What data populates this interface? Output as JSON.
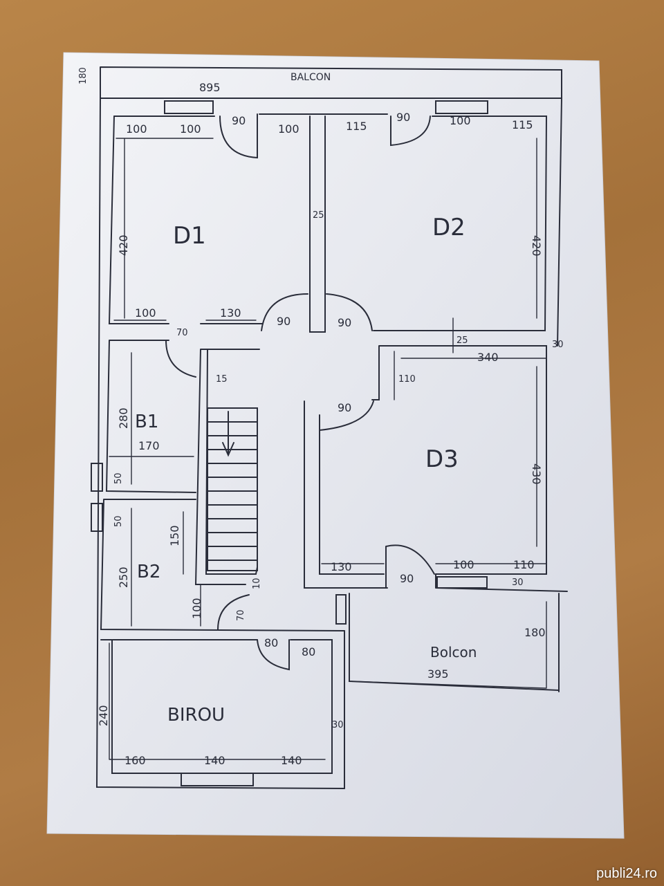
{
  "plan": {
    "balcony_top": {
      "label": "BALCON",
      "width": "895",
      "depth": "180"
    },
    "rooms": {
      "d1": {
        "label": "D1"
      },
      "d2": {
        "label": "D2"
      },
      "d3": {
        "label": "D3"
      },
      "b1": {
        "label": "B1"
      },
      "b2": {
        "label": "B2"
      },
      "office": {
        "label": "BIROU"
      },
      "balcony_right": {
        "label": "Bolcon",
        "width": "395",
        "depth": "180"
      }
    },
    "dimensions": {
      "d1_top_a": "100",
      "d1_top_b": "100",
      "d1_door": "90",
      "d1_top_c": "100",
      "d1_height": "420",
      "d1_bottom_a": "100",
      "d1_bottom_b": "130",
      "d2_top_a": "115",
      "d2_door": "90",
      "d2_top_b": "100",
      "d2_top_c": "115",
      "d2_height": "420",
      "wall_mid": "25",
      "hall_door_left": "90",
      "hall_door_right": "90",
      "hall_door_low": "90",
      "b1_door": "70",
      "wall_b1": "15",
      "wall_d3_top": "25",
      "d3_width": "340",
      "d3_side": "30",
      "d3_notch": "110",
      "d3_height": "430",
      "d3_bottom_a": "130",
      "d3_door": "90",
      "d3_bottom_b": "100",
      "d3_bottom_c": "110",
      "d3_wall_bottom": "30",
      "b1_height": "280",
      "b1_width": "170",
      "b1_window": "50",
      "b2_window": "50",
      "b2_height": "250",
      "b2_stair_gap": "150",
      "b2_door_gap": "100",
      "b2_door": "70",
      "stair_wall": "10",
      "office_door_a": "80",
      "office_door_b": "80",
      "office_height": "240",
      "office_wall": "30",
      "office_bottom_a": "160",
      "office_bottom_b": "140",
      "office_bottom_c": "140"
    }
  },
  "watermark": "publi24.ro",
  "colors": {
    "ink": "#2a2d3a",
    "paper": "#e9ebf0",
    "wood": "#a87540"
  }
}
